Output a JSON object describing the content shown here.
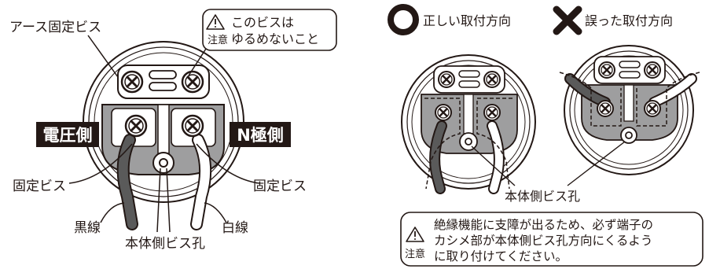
{
  "labels": {
    "earth_screw": "アース固定ビス",
    "caution_word": "注意",
    "caution_top_line1": "このビスは",
    "caution_top_line2": "ゆるめないこと",
    "voltage_side": "電圧側",
    "n_pole_side": "N極側",
    "fix_screw_left": "固定ビス",
    "fix_screw_right": "固定ビス",
    "black_wire": "黒線",
    "white_wire": "白線",
    "body_hole_left": "本体側ビス孔",
    "correct_direction": "正しい取付方向",
    "wrong_direction": "誤った取付方向",
    "body_hole_right": "本体側ビス孔",
    "caution_bottom_line1": "絶縁機能に支障が出るため、必ず端子の",
    "caution_bottom_line2": "カシメ部が本体側ビス孔方向にくるよう",
    "caution_bottom_line3": "に取り付けてください。"
  },
  "colors": {
    "ink": "#231815",
    "terminal_gray": "#9e9e9f",
    "black_wire": "#5a5a5a",
    "label_bg": "#231815"
  },
  "icons": [
    "warning-triangle-icon",
    "correct-circle-icon",
    "wrong-cross-icon"
  ]
}
